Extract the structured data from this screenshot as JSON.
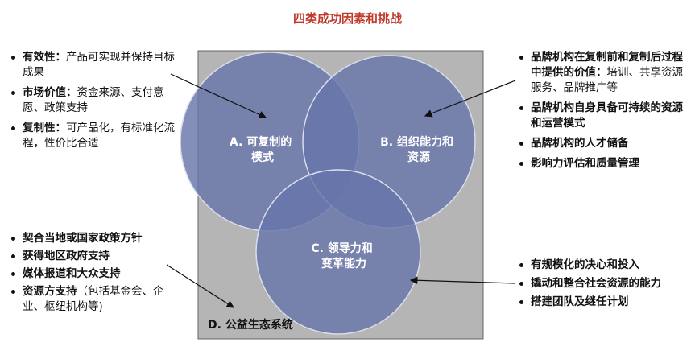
{
  "title": "四类成功因素和挑战",
  "circles": {
    "a": [
      "A. 可复制的",
      "模式"
    ],
    "b": [
      "B. 组织能力和",
      "资源"
    ],
    "c": [
      "C. 领导力和",
      "变革能力"
    ]
  },
  "ecosystem_label": "D. 公益生态系统",
  "top_left": [
    {
      "bold": "有效性：",
      "text": "产品可实现并保持目标成果"
    },
    {
      "bold": "市场价值：",
      "text": "资金来源、支付意愿、政策支持"
    },
    {
      "bold": "复制性：",
      "text": "可产品化，有标准化流程，性价比合适"
    }
  ],
  "top_right": [
    {
      "bold": "品牌机构在复制前和复制后过程中提供的价值：",
      "text": "培训、共享资源服务、品牌推广等"
    },
    {
      "bold": "品牌机构自身具备可持续的资源和运营模式",
      "text": ""
    },
    {
      "bold": "品牌机构的人才储备",
      "text": ""
    },
    {
      "bold": "影响力评估和质量管理",
      "text": ""
    }
  ],
  "bottom_left": [
    {
      "bold": "契合当地或国家政策方针",
      "text": ""
    },
    {
      "bold": "获得地区政府支持",
      "text": ""
    },
    {
      "bold": "媒体报道和大众支持",
      "text": ""
    },
    {
      "bold": "资源方支持",
      "text": "（包括基金会、企业、枢纽机构等)"
    }
  ],
  "bottom_right": [
    {
      "bold": "有规模化的决心和投入",
      "text": ""
    },
    {
      "bold": "撬动和整合社会资源的能力",
      "text": ""
    },
    {
      "bold": "搭建团队及继任计划",
      "text": ""
    }
  ]
}
